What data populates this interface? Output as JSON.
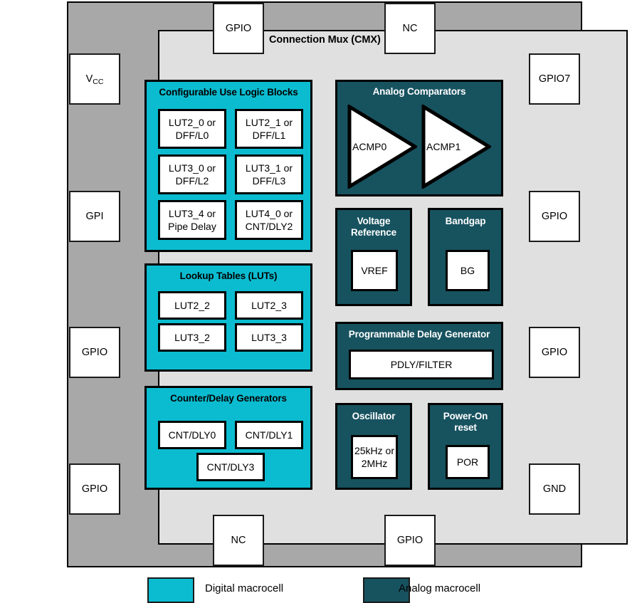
{
  "diagram": {
    "cmx_label": "Connection Mux (CMX)",
    "colors": {
      "digital_macrocell": "#0bbcd0",
      "analog_macrocell": "#17525f",
      "cmx_ring": "#a8a8a8",
      "die_area": "#e0e0e0"
    }
  },
  "pins": {
    "top": [
      {
        "label": "GPIO"
      },
      {
        "label": "NC"
      }
    ],
    "bottom": [
      {
        "label": "NC"
      },
      {
        "label": "GPIO"
      }
    ],
    "left": [
      {
        "label": "V",
        "sub": "CC"
      },
      {
        "label": "GPI",
        "sub": ""
      },
      {
        "label": "GPIO",
        "sub": ""
      },
      {
        "label": "GPIO",
        "sub": ""
      }
    ],
    "right": [
      {
        "label": "GPIO7"
      },
      {
        "label": "GPIO"
      },
      {
        "label": "GPIO"
      },
      {
        "label": "GND"
      }
    ]
  },
  "groups": {
    "clb": {
      "title": "Configurable Use Logic Blocks",
      "cells": [
        {
          "label": "LUT2_0 or\nDFF/L0"
        },
        {
          "label": "LUT2_1 or\nDFF/L1"
        },
        {
          "label": "LUT3_0 or\nDFF/L2"
        },
        {
          "label": "LUT3_1 or\nDFF/L3"
        },
        {
          "label": "LUT3_4 or\nPipe Delay"
        },
        {
          "label": "LUT4_0 or\nCNT/DLY2"
        }
      ]
    },
    "luts": {
      "title": "Lookup Tables (LUTs)",
      "cells": [
        {
          "label": "LUT2_2"
        },
        {
          "label": "LUT2_3"
        },
        {
          "label": "LUT3_2"
        },
        {
          "label": "LUT3_3"
        }
      ]
    },
    "counters": {
      "title": "Counter/Delay Generators",
      "cells": [
        {
          "label": "CNT/DLY0"
        },
        {
          "label": "CNT/DLY1"
        },
        {
          "label": "CNT/DLY3"
        }
      ]
    },
    "comparators": {
      "title": "Analog Comparators",
      "cells": [
        {
          "label": "ACMP0"
        },
        {
          "label": "ACMP1"
        }
      ]
    },
    "vref": {
      "title": "Voltage\nReference",
      "cells": [
        {
          "label": "VREF"
        }
      ]
    },
    "bandgap": {
      "title": "Bandgap",
      "cells": [
        {
          "label": "BG"
        }
      ]
    },
    "pdly": {
      "title": "Programmable Delay Generator",
      "cells": [
        {
          "label": "PDLY/FILTER"
        }
      ]
    },
    "oscillator": {
      "title": "Oscillator",
      "cells": [
        {
          "label": "25kHz or\n2MHz"
        }
      ]
    },
    "por": {
      "title": "Power-On\nreset",
      "cells": [
        {
          "label": "POR"
        }
      ]
    }
  },
  "legend": [
    {
      "label": "Digital macrocell",
      "color": "#0bbcd0"
    },
    {
      "label": "Analog macrocell",
      "color": "#17525f"
    }
  ]
}
